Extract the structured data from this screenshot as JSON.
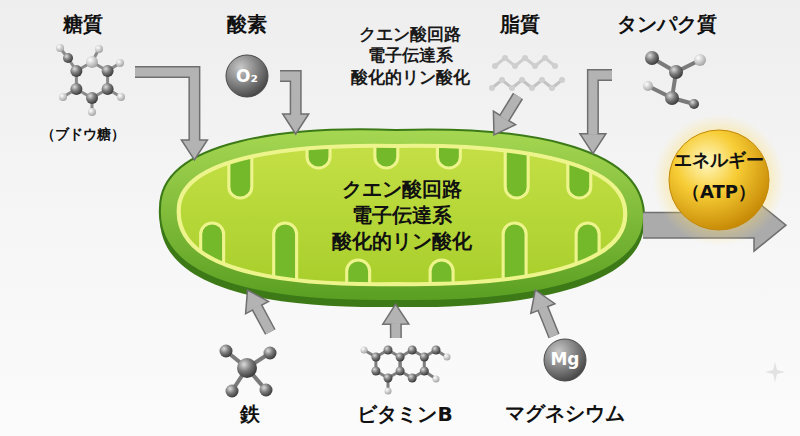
{
  "diagram": {
    "nodes": [
      {
        "text": [
          "糖質",
          "（ブドウ糖）"
        ]
      },
      {
        "text": [
          "酸素",
          "O₂"
        ]
      },
      {
        "text": [
          "脂質"
        ]
      },
      {
        "text": [
          "タンパク質"
        ]
      },
      {
        "text": [
          "クエン酸回路 電子伝達系 酸化的リン酸化"
        ]
      },
      {
        "text": [
          "エネルギー",
          "（ATP）"
        ]
      },
      {
        "text": [
          "鉄"
        ]
      },
      {
        "text": [
          "ビタミンB"
        ]
      },
      {
        "text": [
          "Mg",
          "マグネシウム"
        ]
      }
    ],
    "edges": [
      {
        "from": 0,
        "to": 4,
        "arrow": "to"
      },
      {
        "from": 1,
        "to": 4,
        "arrow": "to"
      },
      {
        "from": 2,
        "to": 4,
        "arrow": "to"
      },
      {
        "from": 3,
        "to": 4,
        "arrow": "to"
      },
      {
        "from": 4,
        "to": 5,
        "arrow": "to"
      },
      {
        "from": 6,
        "to": 4,
        "arrow": "to"
      },
      {
        "from": 7,
        "to": 4,
        "arrow": "to"
      },
      {
        "from": 8,
        "to": 4,
        "arrow": "to"
      }
    ],
    "labels": [
      "クエン酸回路 電子伝達系 酸化的リン酸化"
    ]
  }
}
